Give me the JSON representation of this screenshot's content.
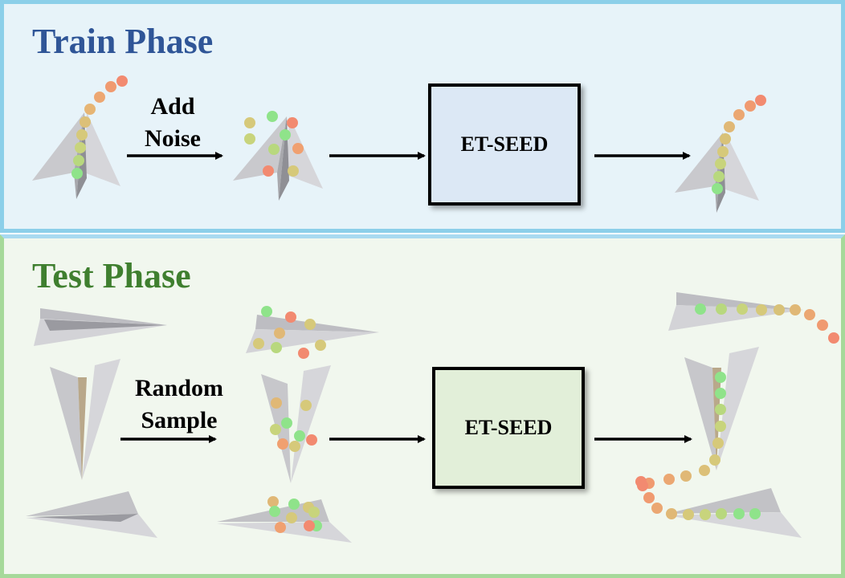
{
  "train": {
    "title": "Train Phase",
    "step_label": "Add\nNoise",
    "model_label": "ET-SEED"
  },
  "test": {
    "title": "Test Phase",
    "step_label": "Random\nSample",
    "model_label": "ET-SEED"
  },
  "colors": {
    "train_title": "#2f5597",
    "test_title": "#3f7f2f",
    "train_border": "#8ccfe9",
    "test_border": "#a6d99a",
    "point_start": "#8fe38a",
    "point_mid": "#d6c97a",
    "point_end": "#f28a70"
  },
  "icons": [
    "paper-airplane-icon",
    "trajectory-point-icon",
    "arrow-right-icon"
  ]
}
